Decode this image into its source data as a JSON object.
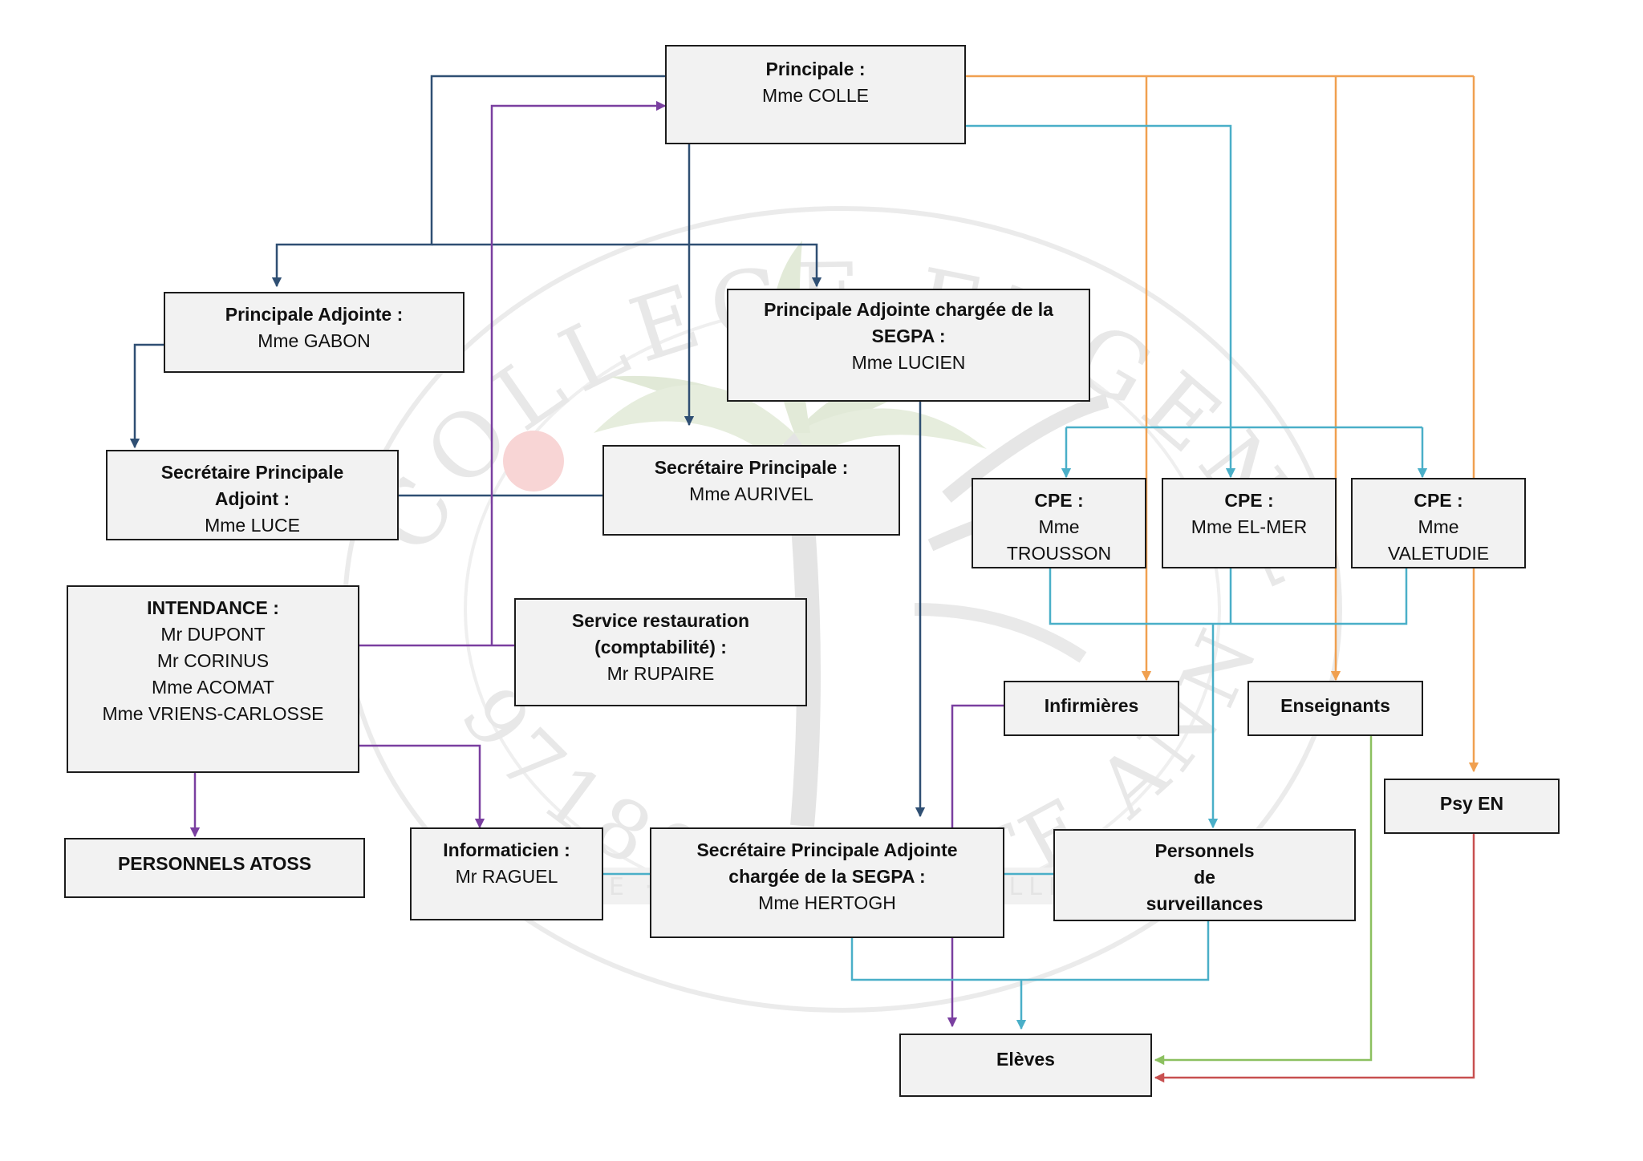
{
  "diagram": {
    "watermark": {
      "top_text": "COLLEGE EUGENE ISSA",
      "bottom_text": "97180 SAINTE ANNE",
      "band_text": "DE · COLLEGE · DE · COLLÈGE"
    },
    "nodes": {
      "principale": {
        "title": "Principale :",
        "name": "Mme COLLE"
      },
      "adjointe": {
        "title": "Principale Adjointe :",
        "name": "Mme GABON"
      },
      "adjointe_segpa": {
        "title_1": "Principale Adjointe chargée de la",
        "title_2": "SEGPA :",
        "name": "Mme LUCIEN"
      },
      "sec_adjoint": {
        "title_1": "Secrétaire Principale",
        "title_2": "Adjoint :",
        "name": "Mme LUCE"
      },
      "sec_principale": {
        "title": "Secrétaire Principale :",
        "name": "Mme AURIVEL"
      },
      "cpe_1": {
        "title": "CPE :",
        "name_1": "Mme",
        "name_2": "TROUSSON"
      },
      "cpe_2": {
        "title": "CPE :",
        "name": "Mme EL-MER"
      },
      "cpe_3": {
        "title": "CPE :",
        "name_1": "Mme",
        "name_2": "VALETUDIE"
      },
      "intendance": {
        "title": "INTENDANCE :",
        "members": [
          "Mr DUPONT",
          "Mr  CORINUS",
          "Mme ACOMAT",
          "Mme VRIENS-CARLOSSE"
        ]
      },
      "restauration": {
        "title_1": "Service restauration",
        "title_2": "(comptabilité) :",
        "name": "Mr RUPAIRE"
      },
      "infirmieres": {
        "title": "Infirmières"
      },
      "enseignants": {
        "title": "Enseignants"
      },
      "psy": {
        "title": "Psy EN"
      },
      "atoss": {
        "title": "PERSONNELS ATOSS"
      },
      "informaticien": {
        "title": "Informaticien :",
        "name": "Mr RAGUEL"
      },
      "sec_segpa": {
        "title_1": "Secrétaire Principale Adjointe",
        "title_2": "chargée de la SEGPA :",
        "name": "Mme HERTOGH"
      },
      "surveillance": {
        "title_1": "Personnels",
        "title_2": "de",
        "title_3": "surveillances"
      },
      "eleves": {
        "title": "Elèves"
      }
    },
    "colors": {
      "box_fill": "#f2f2f2",
      "box_border": "#1c1c1c",
      "navy": "#2f4f73",
      "purple": "#7a3fa0",
      "orange": "#f0a050",
      "teal": "#4aafc8",
      "green": "#8cc060",
      "red": "#c85050",
      "watermark": "#d9d9d9"
    }
  }
}
